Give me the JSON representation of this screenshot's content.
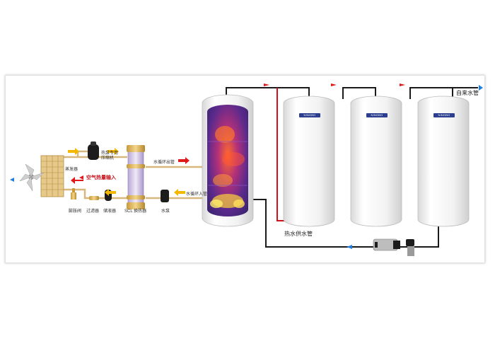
{
  "colors": {
    "hot_pipe": "#d1111a",
    "cold_pipe": "#1a1a1a",
    "copper_pipe": "#d7b77c",
    "arrow_yellow": "#f5b800",
    "arrow_red": "#e01a1a",
    "arrow_blue": "#1f7ee0",
    "tank_white": "#f4f4f4",
    "brand_blue": "#2c3e8f"
  },
  "icons": {
    "fan": "fan-icon",
    "compressor": "compressor-icon",
    "valve": "expansion-valve-icon",
    "filter": "filter-icon",
    "receiver": "liquid-receiver-icon",
    "exchanger": "scl-heat-exchanger-icon",
    "pump": "water-pump-icon",
    "booster_pump": "booster-pump-icon",
    "flow_valve": "solenoid-valve-icon"
  },
  "labels": {
    "evaporator": "蒸发器",
    "compressor": "热泵专用\n压缩机",
    "air_heat_input": "空气热量输入",
    "expansion_valve": "膨胀阀",
    "filter": "过滤器",
    "receiver": "储液器",
    "exchanger": "SCL 换热器",
    "pump": "水泵",
    "outlet_pipe": "水循环出管",
    "inlet_pipe": "水循环入管",
    "tap_water": "自来水管",
    "hot_supply": "热水供水管"
  },
  "brand_plate": "NINGBO"
}
